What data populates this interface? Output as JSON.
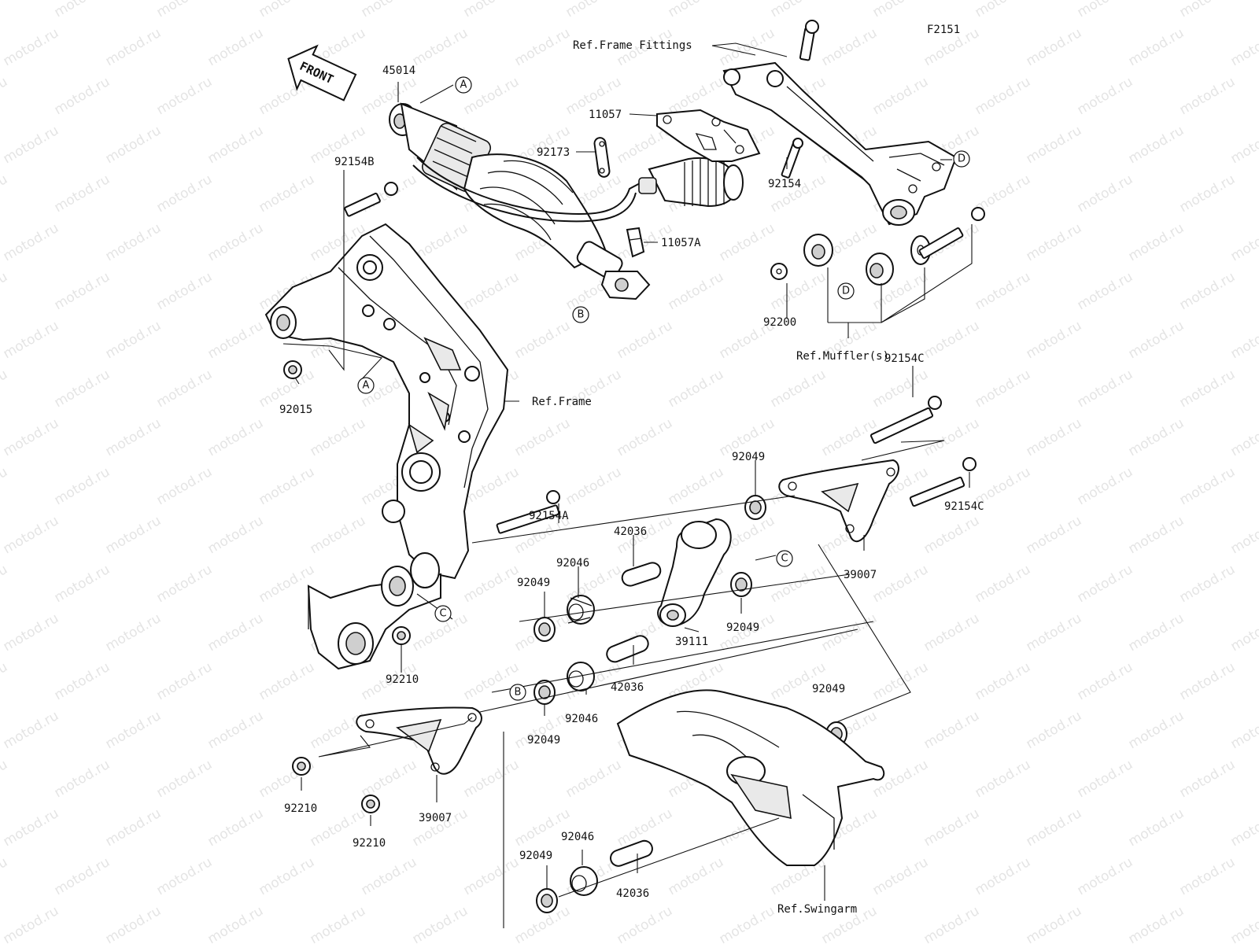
{
  "diagram_code": "F2151",
  "front_label": "FRONT",
  "watermark": "motod.ru",
  "parts": {
    "p45014": "45014",
    "p92154B": "92154B",
    "p92015": "92015",
    "p11057": "11057",
    "p92173": "92173",
    "p11057A": "11057A",
    "p92154": "92154",
    "p92200": "92200",
    "p92154C_a": "92154C",
    "p92154C_b": "92154C",
    "p92154A": "92154A",
    "p42036_a": "42036",
    "p42036_b": "42036",
    "p42036_c": "42036",
    "p92046_a": "92046",
    "p92046_b": "92046",
    "p92046_c": "92046",
    "p92049_a": "92049",
    "p92049_b": "92049",
    "p92049_c": "92049",
    "p92049_d": "92049",
    "p92049_e": "92049",
    "p92049_f": "92049",
    "p39007_a": "39007",
    "p39007_b": "39007",
    "p39111": "39111",
    "p92210_a": "92210",
    "p92210_b": "92210",
    "p92210_c": "92210"
  },
  "refs": {
    "frame_fittings": "Ref.Frame Fittings",
    "muffler": "Ref.Muffler(s)",
    "frame": "Ref.Frame",
    "swingarm": "Ref.Swingarm"
  },
  "markers": {
    "A": "A",
    "B": "B",
    "C": "C",
    "D": "D"
  }
}
